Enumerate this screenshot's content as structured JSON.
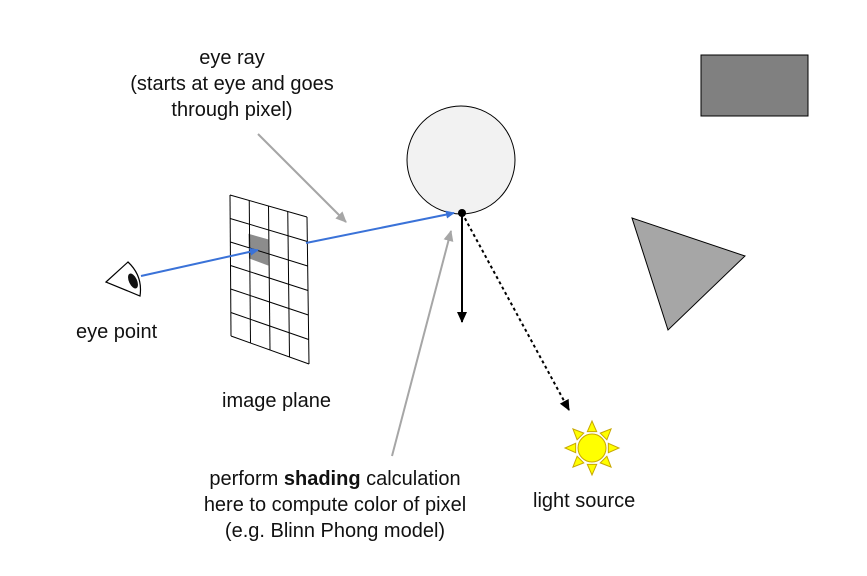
{
  "labels": {
    "eye_ray": [
      "eye ray",
      "(starts at eye and goes",
      "through pixel)"
    ],
    "eye_point": "eye point",
    "image_plane": "image plane",
    "shading": {
      "line1_pre": "perform ",
      "line1_bold": "shading",
      "line1_post": " calculation",
      "line2": "here to compute color of pixel",
      "line3": "(e.g. Blinn Phong model)"
    },
    "light_source": "light source"
  },
  "colors": {
    "eye_ray": "#3a72d8",
    "callout_arrow": "#a6a6a6",
    "sphere_fill": "#f2f2f2",
    "rectangle_fill": "#808080",
    "triangle_fill": "#a6a6a6",
    "pixel_fill": "#8c8c8c",
    "sun_fill": "#ffff00",
    "sun_stroke": "#c8a800"
  },
  "icons": [
    "eye-icon",
    "sun-icon"
  ]
}
